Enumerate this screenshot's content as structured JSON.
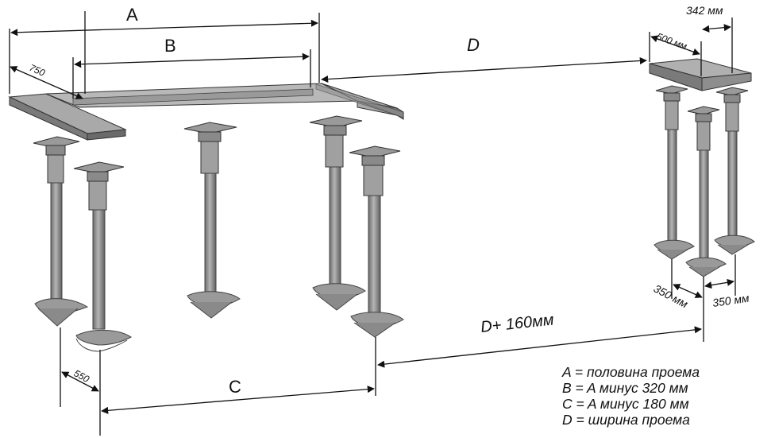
{
  "dimensions": {
    "A": "A",
    "B": "B",
    "C": "C",
    "D": "D",
    "D_plus": "D+ 160мм",
    "d750": "750",
    "d550": "550",
    "d500": "500 мм",
    "d342": "342 мм",
    "d350_left": "350 мм",
    "d350_right": "350 мм"
  },
  "legend": [
    "A = половина проема",
    "B = A минус 320 мм",
    "C = A минус 180 мм",
    "D = ширина проема"
  ]
}
